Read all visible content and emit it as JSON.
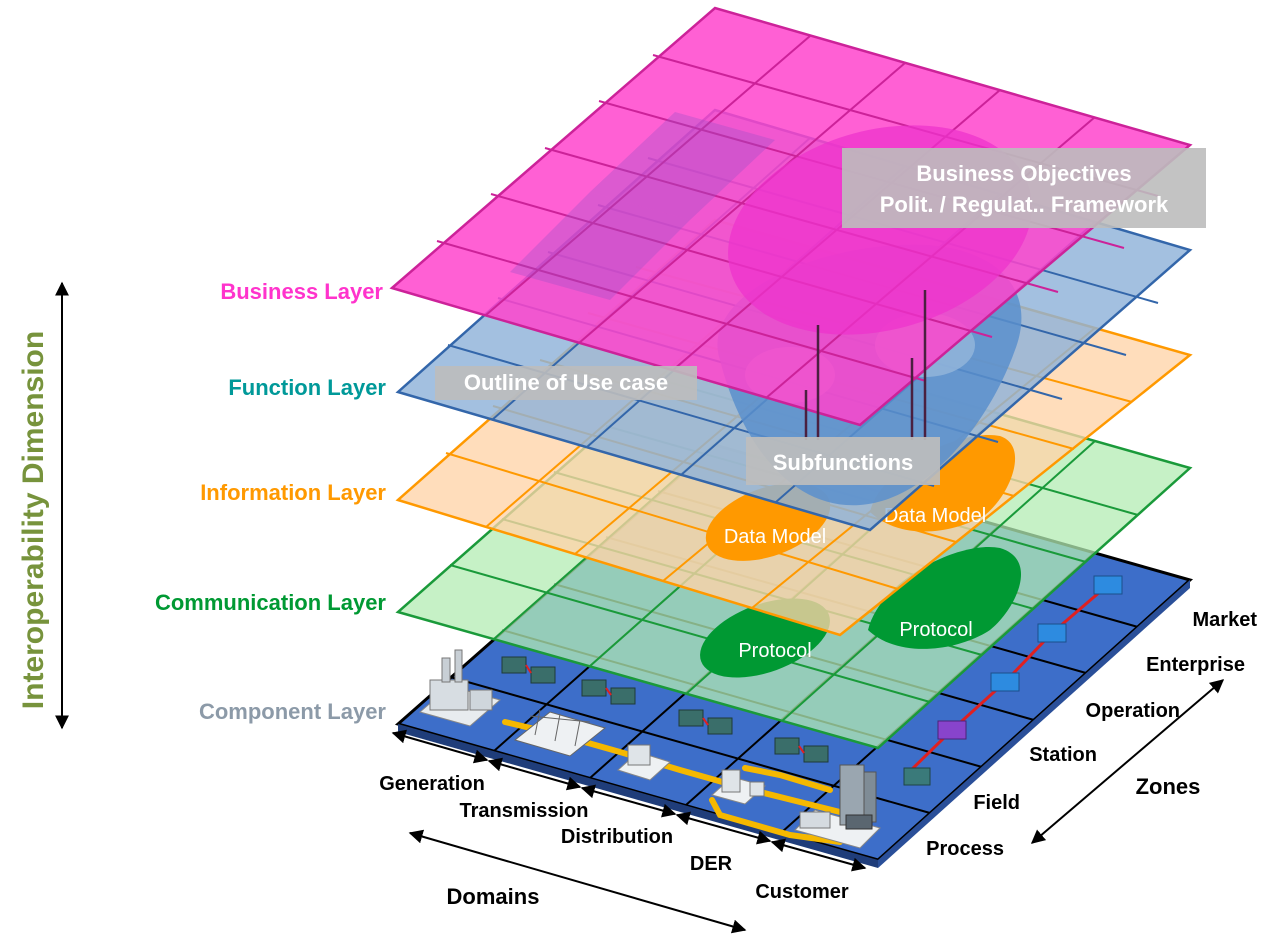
{
  "layers": {
    "business": "Business Layer",
    "function": "Function Layer",
    "information": "Information Layer",
    "communication": "Communication Layer",
    "component": "Component Layer"
  },
  "vertical_axis_label": "Interoperability Dimension",
  "callouts": {
    "business_objectives_line1": "Business Objectives",
    "business_objectives_line2": "Polit. / Regulat.. Framework",
    "outline_use_case": "Outline of Use case",
    "subfunctions": "Subfunctions",
    "data_model_left": "Data Model",
    "data_model_right": "Data Model",
    "protocol_left": "Protocol",
    "protocol_right": "Protocol"
  },
  "domains": {
    "axis_label": "Domains",
    "items": [
      "Generation",
      "Transmission",
      "Distribution",
      "DER",
      "Customer"
    ]
  },
  "zones": {
    "axis_label": "Zones",
    "items": [
      "Market",
      "Enterprise",
      "Operation",
      "Station",
      "Field",
      "Process"
    ]
  },
  "colors": {
    "business": "#ff33cc",
    "function": "#6699cc",
    "information": "#ff9900",
    "communication": "#009933",
    "component": "#8c9aa8",
    "axis_label": "#77933c",
    "component_plane": "#3d6ec9"
  }
}
